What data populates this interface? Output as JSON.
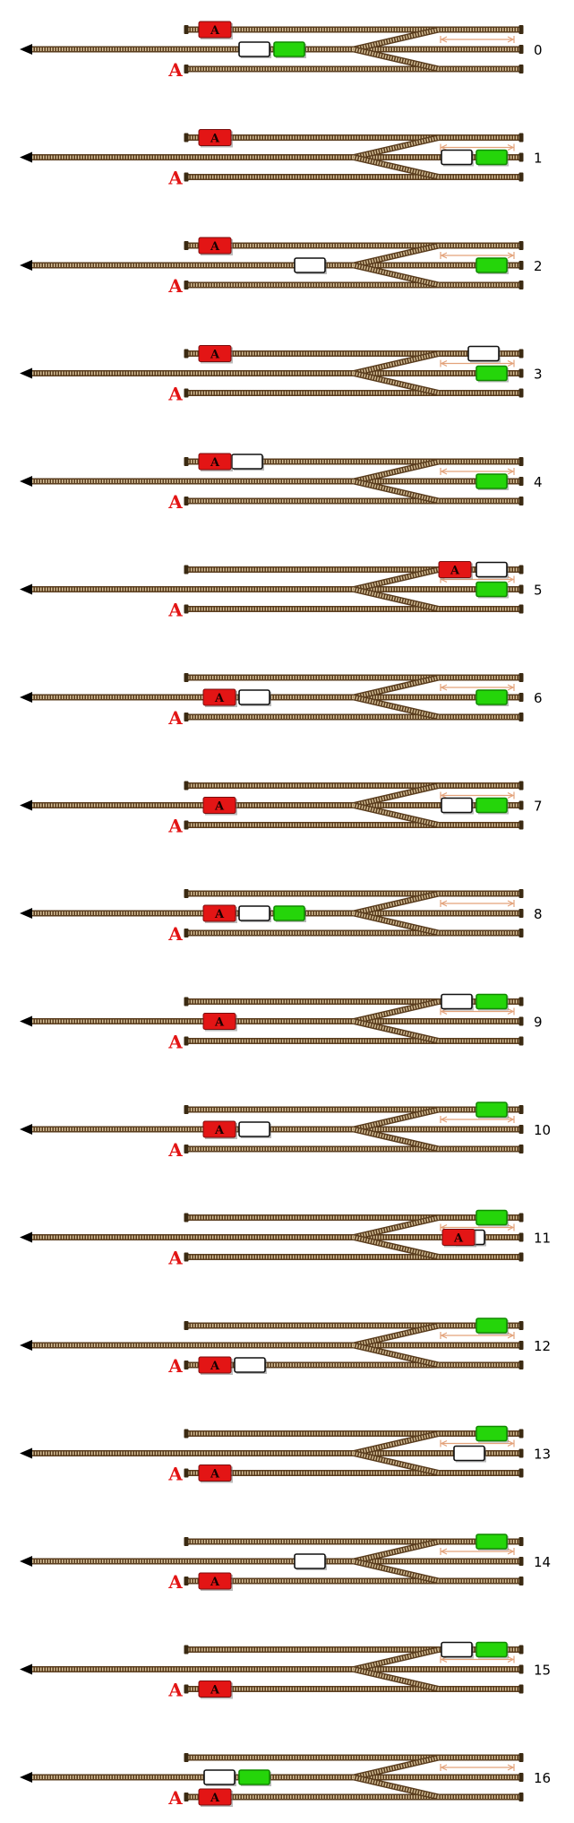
{
  "title": "",
  "colors": {
    "background": "#ffffff",
    "rail": "#5a3d1e",
    "sleeper": "#d8c39b",
    "buffer": "#3b2a12",
    "engine": "#e31515",
    "engine_outline": "#7a0d0d",
    "wagon": "#ffffff",
    "wagon_outline": "#111111",
    "green_wagon": "#25d50a",
    "arrow": "#000000",
    "measure": "#e3a27a",
    "loco_marker": "#e31515"
  },
  "labels": {
    "engine_letter": "A",
    "loco_marker_letter": "A"
  },
  "steps": [
    {
      "label": "0",
      "engine": "top-left",
      "white": "mid-center",
      "green": "mid-center"
    },
    {
      "label": "1",
      "engine": "top-left",
      "white": "mid-right",
      "green": "mid-right"
    },
    {
      "label": "2",
      "engine": "top-left",
      "white": "mid-center-far",
      "green": "mid-right"
    },
    {
      "label": "3",
      "engine": "top-left",
      "white": "top-right",
      "green": "mid-right"
    },
    {
      "label": "4",
      "engine": "top-left",
      "white": "top-left-2",
      "green": "mid-right"
    },
    {
      "label": "5",
      "engine": "top-right",
      "white": "top-right",
      "green": "mid-right"
    },
    {
      "label": "6",
      "engine": "mid-left",
      "white": "mid-left",
      "green": "mid-right"
    },
    {
      "label": "7",
      "engine": "mid-left",
      "white": "mid-right",
      "green": "mid-right"
    },
    {
      "label": "8",
      "engine": "mid-left",
      "white": "mid-left",
      "green": "mid-left"
    },
    {
      "label": "9",
      "engine": "mid-left",
      "white": "top-right",
      "green": "top-right"
    },
    {
      "label": "10",
      "engine": "mid-left",
      "white": "mid-left",
      "green": "top-right"
    },
    {
      "label": "11",
      "engine": "mid-right",
      "white": "mid-right",
      "green": "top-right"
    },
    {
      "label": "12",
      "engine": "bottom-left",
      "white": "bottom-left",
      "green": "top-right"
    },
    {
      "label": "13",
      "engine": "bottom-left",
      "white": "mid-right",
      "green": "top-right"
    },
    {
      "label": "14",
      "engine": "bottom-left",
      "white": "mid-center-far",
      "green": "top-right"
    },
    {
      "label": "15",
      "engine": "bottom-left",
      "white": "top-right",
      "green": "top-right"
    },
    {
      "label": "16",
      "engine": "bottom-left",
      "white": "mid-left",
      "green": "mid-left"
    }
  ]
}
